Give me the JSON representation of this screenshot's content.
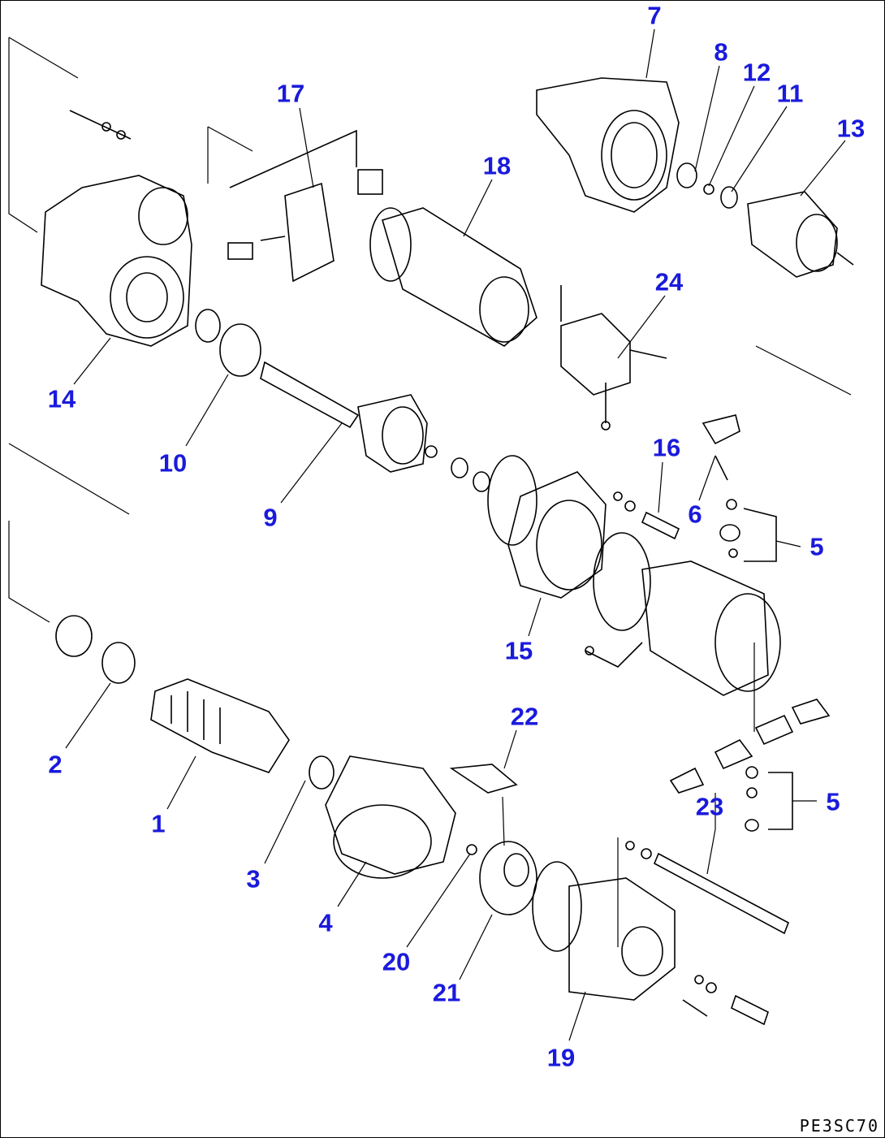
{
  "diagram": {
    "callouts": [
      "7",
      "8",
      "12",
      "11",
      "13",
      "17",
      "18",
      "24",
      "14",
      "10",
      "9",
      "16",
      "6",
      "5",
      "15",
      "22",
      "2",
      "1",
      "23",
      "5",
      "3",
      "4",
      "20",
      "21",
      "19"
    ],
    "drawing_code": "PE3SC70",
    "label_color": "#1a1adc"
  }
}
